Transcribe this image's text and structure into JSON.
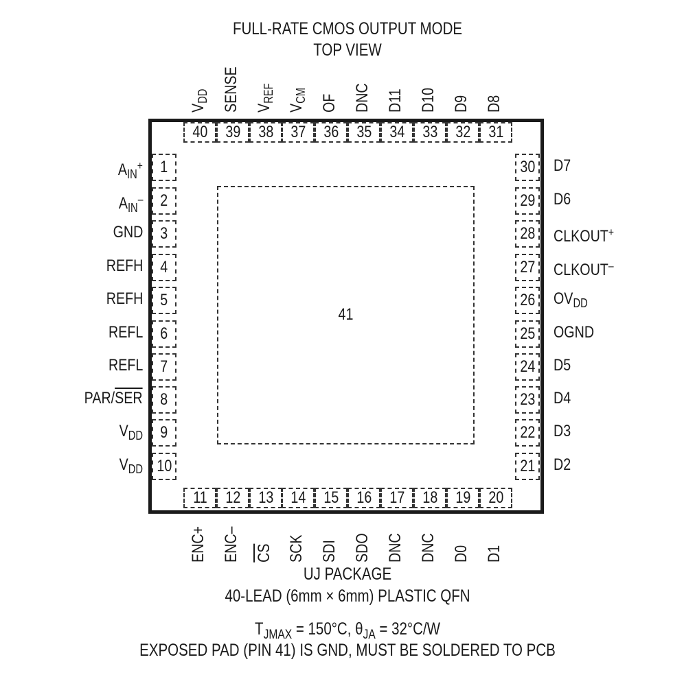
{
  "header": {
    "title_line1": "FULL-RATE CMOS OUTPUT MODE",
    "title_line2": "TOP VIEW"
  },
  "package": {
    "exposed_pad_number": "41",
    "outline_color": "#1a1a1a"
  },
  "pins": {
    "left": [
      {
        "number": "1",
        "name": "AIN",
        "sub": "IN",
        "base": "A",
        "sup": "+"
      },
      {
        "number": "2",
        "name": "AIN",
        "sub": "IN",
        "base": "A",
        "sup": "–"
      },
      {
        "number": "3",
        "name": "GND"
      },
      {
        "number": "4",
        "name": "REFH"
      },
      {
        "number": "5",
        "name": "REFH"
      },
      {
        "number": "6",
        "name": "REFL"
      },
      {
        "number": "7",
        "name": "REFL"
      },
      {
        "number": "8",
        "name": "PAR/SER",
        "base": "PAR/",
        "overline": "SER"
      },
      {
        "number": "9",
        "name": "VDD",
        "base": "V",
        "sub": "DD"
      },
      {
        "number": "10",
        "name": "VDD",
        "base": "V",
        "sub": "DD"
      }
    ],
    "bottom": [
      {
        "number": "11",
        "name": "ENC+"
      },
      {
        "number": "12",
        "name": "ENC–"
      },
      {
        "number": "13",
        "name": "CS",
        "overline": "CS"
      },
      {
        "number": "14",
        "name": "SCK"
      },
      {
        "number": "15",
        "name": "SDI"
      },
      {
        "number": "16",
        "name": "SDO"
      },
      {
        "number": "17",
        "name": "DNC"
      },
      {
        "number": "18",
        "name": "DNC"
      },
      {
        "number": "19",
        "name": "D0"
      },
      {
        "number": "20",
        "name": "D1"
      }
    ],
    "right": [
      {
        "number": "21",
        "name": "D2"
      },
      {
        "number": "22",
        "name": "D3"
      },
      {
        "number": "23",
        "name": "D4"
      },
      {
        "number": "24",
        "name": "D5"
      },
      {
        "number": "25",
        "name": "OGND"
      },
      {
        "number": "26",
        "name": "OVDD",
        "base": "OV",
        "sub": "DD"
      },
      {
        "number": "27",
        "name": "CLKOUT",
        "base": "CLKOUT",
        "sup": "–"
      },
      {
        "number": "28",
        "name": "CLKOUT",
        "base": "CLKOUT",
        "sup": "+"
      },
      {
        "number": "29",
        "name": "D6"
      },
      {
        "number": "30",
        "name": "D7"
      }
    ],
    "top": [
      {
        "number": "31",
        "name": "D8"
      },
      {
        "number": "32",
        "name": "D9"
      },
      {
        "number": "33",
        "name": "D10"
      },
      {
        "number": "34",
        "name": "D11"
      },
      {
        "number": "35",
        "name": "DNC"
      },
      {
        "number": "36",
        "name": "OF"
      },
      {
        "number": "37",
        "name": "VCM",
        "base": "V",
        "sub": "CM"
      },
      {
        "number": "38",
        "name": "VREF",
        "base": "V",
        "sub": "REF"
      },
      {
        "number": "39",
        "name": "SENSE"
      },
      {
        "number": "40",
        "name": "VDD",
        "base": "V",
        "sub": "DD"
      }
    ]
  },
  "footer": {
    "package_name": "UJ PACKAGE",
    "package_desc": "40-LEAD (6mm × 6mm) PLASTIC QFN",
    "thermal_t_base": "T",
    "thermal_t_sub": "JMAX",
    "thermal_t_value": " = 150°C, ",
    "thermal_theta_base": "θ",
    "thermal_theta_sub": "JA",
    "thermal_theta_value": " = 32°C/W",
    "exposed_pad_note": "EXPOSED PAD (PIN 41) IS GND, MUST BE SOLDERED TO PCB"
  }
}
